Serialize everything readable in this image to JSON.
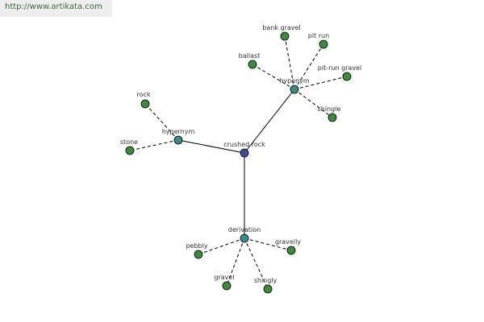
{
  "header": {
    "url": "http://www.artikata.com"
  },
  "colors": {
    "center": "#3b4f9a",
    "relation": "#3e8a86",
    "leaf": "#3f8a3f"
  },
  "graph": {
    "nodes": [
      {
        "id": "crushed-rock",
        "label": "crushed rock",
        "kind": "center"
      },
      {
        "id": "hyponym",
        "label": "hyponym",
        "kind": "relation"
      },
      {
        "id": "hypernym",
        "label": "hypernym",
        "kind": "relation"
      },
      {
        "id": "derivation",
        "label": "derivation",
        "kind": "relation"
      },
      {
        "id": "bank-gravel",
        "label": "bank gravel",
        "kind": "leaf"
      },
      {
        "id": "pit-run",
        "label": "pit run",
        "kind": "leaf"
      },
      {
        "id": "ballast",
        "label": "ballast",
        "kind": "leaf"
      },
      {
        "id": "pit-run-gravel",
        "label": "pit-run gravel",
        "kind": "leaf"
      },
      {
        "id": "shingle",
        "label": "shingle",
        "kind": "leaf"
      },
      {
        "id": "rock",
        "label": "rock",
        "kind": "leaf"
      },
      {
        "id": "stone",
        "label": "stone",
        "kind": "leaf"
      },
      {
        "id": "pebbly",
        "label": "pebbly",
        "kind": "leaf"
      },
      {
        "id": "gravelly",
        "label": "gravelly",
        "kind": "leaf"
      },
      {
        "id": "gravel",
        "label": "gravel",
        "kind": "leaf"
      },
      {
        "id": "shingly",
        "label": "shingly",
        "kind": "leaf"
      }
    ],
    "edges": [
      {
        "from": "crushed-rock",
        "to": "hyponym",
        "style": "solid"
      },
      {
        "from": "crushed-rock",
        "to": "hypernym",
        "style": "solid"
      },
      {
        "from": "crushed-rock",
        "to": "derivation",
        "style": "solid"
      },
      {
        "from": "hyponym",
        "to": "bank-gravel",
        "style": "dashed"
      },
      {
        "from": "hyponym",
        "to": "pit-run",
        "style": "dashed"
      },
      {
        "from": "hyponym",
        "to": "ballast",
        "style": "dashed"
      },
      {
        "from": "hyponym",
        "to": "pit-run-gravel",
        "style": "dashed"
      },
      {
        "from": "hyponym",
        "to": "shingle",
        "style": "dashed"
      },
      {
        "from": "hypernym",
        "to": "rock",
        "style": "dashed"
      },
      {
        "from": "hypernym",
        "to": "stone",
        "style": "dashed"
      },
      {
        "from": "derivation",
        "to": "pebbly",
        "style": "dashed"
      },
      {
        "from": "derivation",
        "to": "gravelly",
        "style": "dashed"
      },
      {
        "from": "derivation",
        "to": "gravel",
        "style": "dashed"
      },
      {
        "from": "derivation",
        "to": "shingly",
        "style": "dashed"
      }
    ]
  }
}
